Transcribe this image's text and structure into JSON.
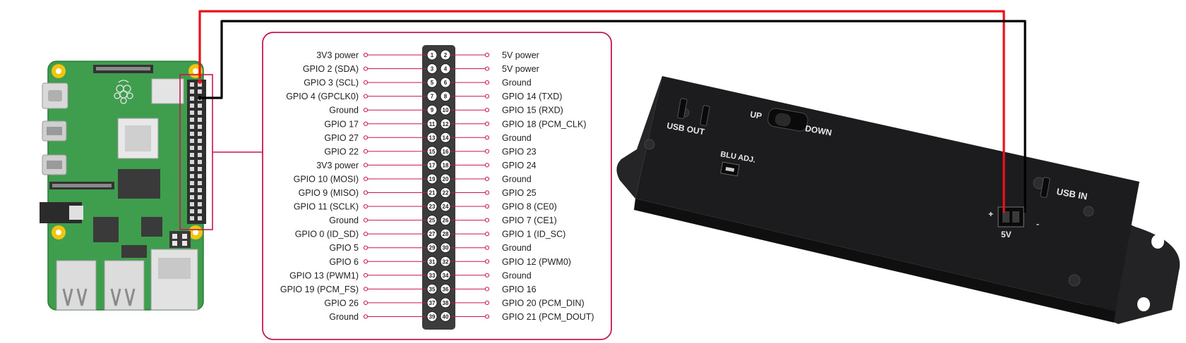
{
  "pinout": {
    "left": [
      {
        "pin": "1",
        "label": "3V3 power"
      },
      {
        "pin": "3",
        "label": "GPIO 2 (SDA)"
      },
      {
        "pin": "5",
        "label": "GPIO 3 (SCL)"
      },
      {
        "pin": "7",
        "label": "GPIO 4 (GPCLK0)"
      },
      {
        "pin": "9",
        "label": "Ground"
      },
      {
        "pin": "11",
        "label": "GPIO 17"
      },
      {
        "pin": "13",
        "label": "GPIO 27"
      },
      {
        "pin": "15",
        "label": "GPIO 22"
      },
      {
        "pin": "17",
        "label": "3V3 power"
      },
      {
        "pin": "19",
        "label": "GPIO 10 (MOSI)"
      },
      {
        "pin": "21",
        "label": "GPIO 9 (MISO)"
      },
      {
        "pin": "23",
        "label": "GPIO 11 (SCLK)"
      },
      {
        "pin": "25",
        "label": "Ground"
      },
      {
        "pin": "27",
        "label": "GPIO 0 (ID_SD)"
      },
      {
        "pin": "29",
        "label": "GPIO 5"
      },
      {
        "pin": "31",
        "label": "GPIO 6"
      },
      {
        "pin": "33",
        "label": "GPIO 13 (PWM1)"
      },
      {
        "pin": "35",
        "label": "GPIO 19 (PCM_FS)"
      },
      {
        "pin": "37",
        "label": "GPIO 26"
      },
      {
        "pin": "39",
        "label": "Ground"
      }
    ],
    "right": [
      {
        "pin": "2",
        "label": "5V power"
      },
      {
        "pin": "4",
        "label": "5V power"
      },
      {
        "pin": "6",
        "label": "Ground"
      },
      {
        "pin": "8",
        "label": "GPIO 14 (TXD)"
      },
      {
        "pin": "10",
        "label": "GPIO 15 (RXD)"
      },
      {
        "pin": "12",
        "label": "GPIO 18 (PCM_CLK)"
      },
      {
        "pin": "14",
        "label": "Ground"
      },
      {
        "pin": "16",
        "label": "GPIO 23"
      },
      {
        "pin": "18",
        "label": "GPIO 24"
      },
      {
        "pin": "20",
        "label": "Ground"
      },
      {
        "pin": "22",
        "label": "GPIO 25"
      },
      {
        "pin": "24",
        "label": "GPIO 8 (CE0)"
      },
      {
        "pin": "26",
        "label": "GPIO 7 (CE1)"
      },
      {
        "pin": "28",
        "label": "GPIO 1 (ID_SC)"
      },
      {
        "pin": "30",
        "label": "Ground"
      },
      {
        "pin": "32",
        "label": "GPIO 12 (PWM0)"
      },
      {
        "pin": "34",
        "label": "Ground"
      },
      {
        "pin": "36",
        "label": "GPIO 16"
      },
      {
        "pin": "38",
        "label": "GPIO 20 (PCM_DIN)"
      },
      {
        "pin": "40",
        "label": "GPIO 21 (PCM_DOUT)"
      }
    ]
  },
  "device": {
    "usb_out": "USB OUT",
    "up": "UP",
    "down": "DOWN",
    "blu_adj": "BLU ADJ.",
    "usb_in": "USB IN",
    "plus": "+",
    "minus": "-",
    "five_v": "5V"
  },
  "colors": {
    "wire_5v": "#e8131a",
    "wire_gnd": "#000000",
    "pinout_frame": "#c8174e",
    "board": "#3f9e4d",
    "device_body": "#1c1c1e"
  }
}
